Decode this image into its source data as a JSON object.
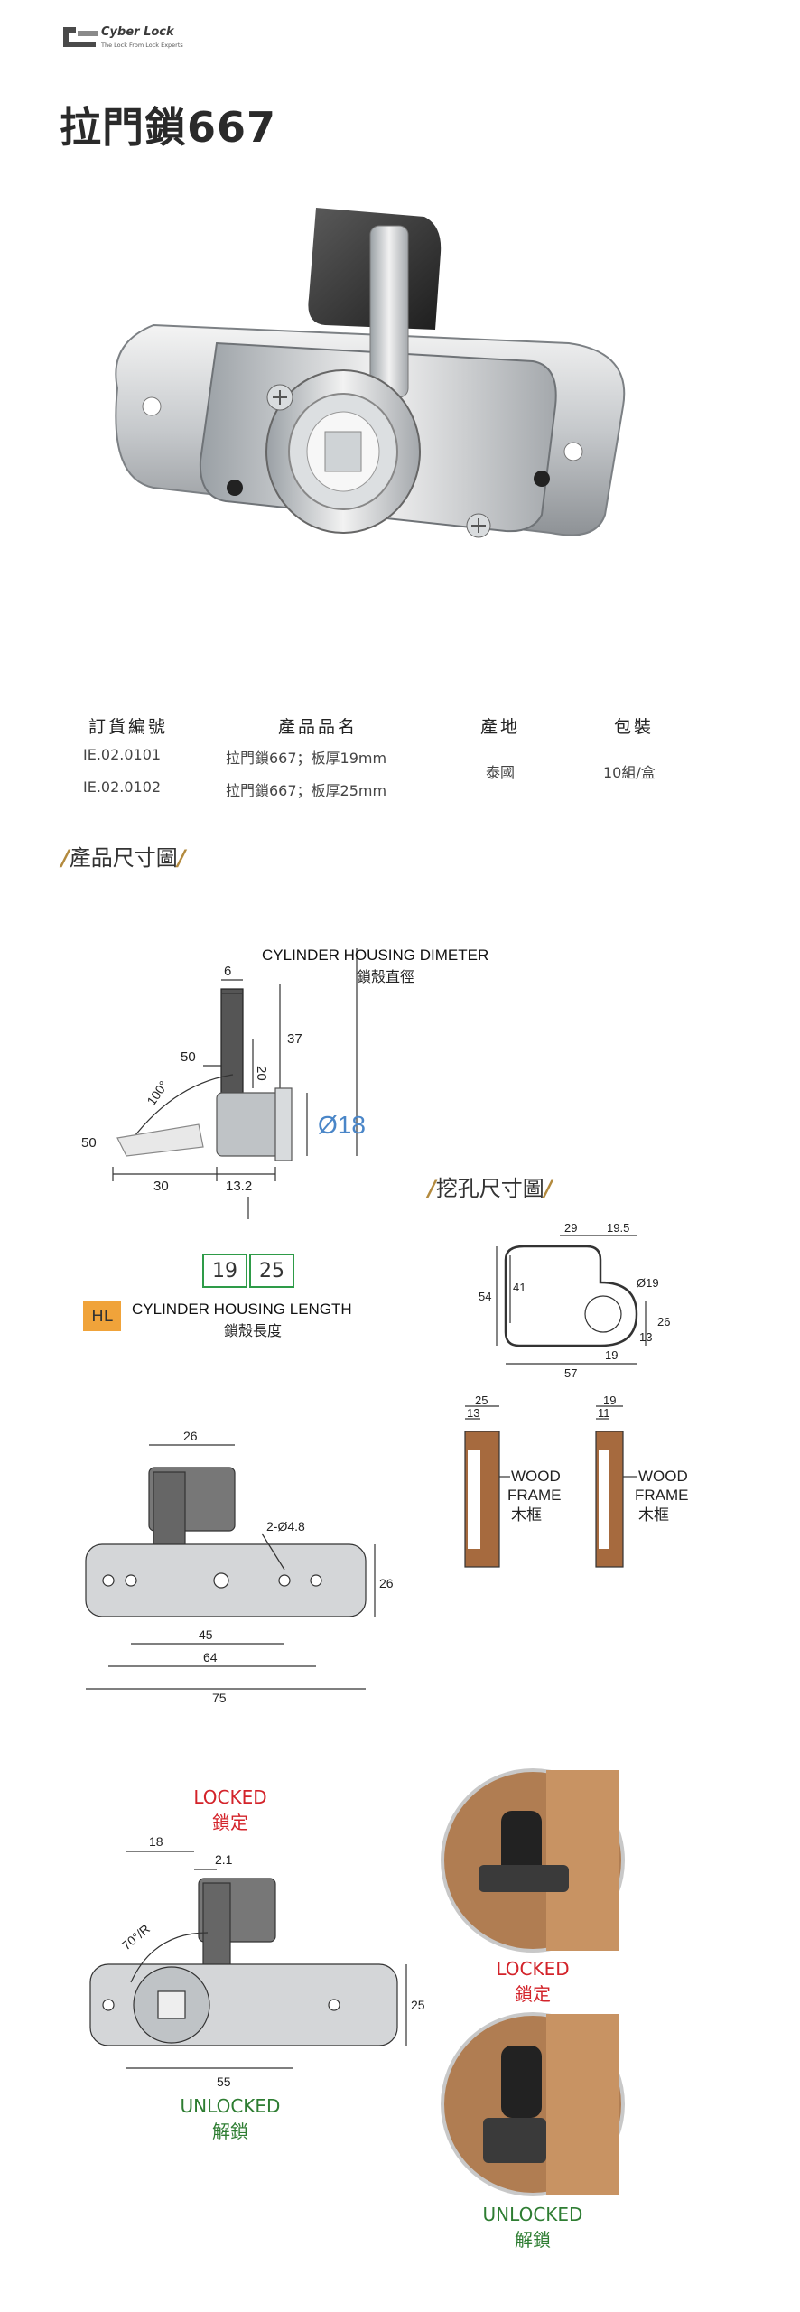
{
  "brand": {
    "name": "Cyber Lock",
    "tagline": "The Lock From Lock Experts"
  },
  "title": "拉門鎖667",
  "table": {
    "headers": [
      "訂貨編號",
      "產品品名",
      "產地",
      "包裝"
    ],
    "rows": [
      {
        "code": "IE.02.0101",
        "name": "拉門鎖667；板厚19mm"
      },
      {
        "code": "IE.02.0102",
        "name": "拉門鎖667；板厚25mm"
      }
    ],
    "origin": "泰國",
    "package": "10組/盒"
  },
  "sections": {
    "dimensions": "產品尺寸圖",
    "cutout": "挖孔尺寸圖"
  },
  "dim": {
    "cyl_dia_en": "CYLINDER HOUSING DIMETER",
    "cyl_dia_cn": "鎖殼直徑",
    "cyl_dia_value": "Ø18",
    "cyl_len_en": "CYLINDER HOUSING LENGTH",
    "cyl_len_cn": "鎖殼長度",
    "hl_badge": "HL",
    "hl_values": [
      "19",
      "25"
    ],
    "labels": {
      "d6": "6",
      "d50a": "50",
      "d20": "20",
      "d37": "37",
      "d100": "100°",
      "d50b": "50",
      "d30": "30",
      "d13_2": "13.2"
    }
  },
  "cutout": {
    "d29": "29",
    "d19_5": "19.5",
    "d19dia": "Ø19",
    "d54": "54",
    "d41": "41",
    "d13": "13",
    "d26": "26",
    "d19": "19",
    "d57": "57"
  },
  "frame": {
    "left": {
      "d25": "25",
      "d13": "13"
    },
    "right": {
      "d19": "19",
      "d11": "11"
    },
    "label_en_1": "WOOD",
    "label_en_2": "FRAME",
    "label_cn": "木框"
  },
  "front": {
    "d26top": "26",
    "d2_48": "2-Ø4.8",
    "d26side": "26",
    "d45": "45",
    "d64": "64",
    "d75": "75"
  },
  "state_diagram": {
    "locked_en": "LOCKED",
    "locked_cn": "鎖定",
    "unlocked_en": "UNLOCKED",
    "unlocked_cn": "解鎖",
    "d18": "18",
    "d2_1": "2.1",
    "d70": "70°/R",
    "d25": "25",
    "d55": "55"
  },
  "photos": {
    "locked_en": "LOCKED",
    "locked_cn": "鎖定",
    "unlocked_en": "UNLOCKED",
    "unlocked_cn": "解鎖"
  },
  "colors": {
    "accent": "#b38a3e",
    "locked": "#d3232a",
    "unlocked": "#2e7d32",
    "badge": "#f0a33a",
    "wood": "#a66a3e"
  }
}
